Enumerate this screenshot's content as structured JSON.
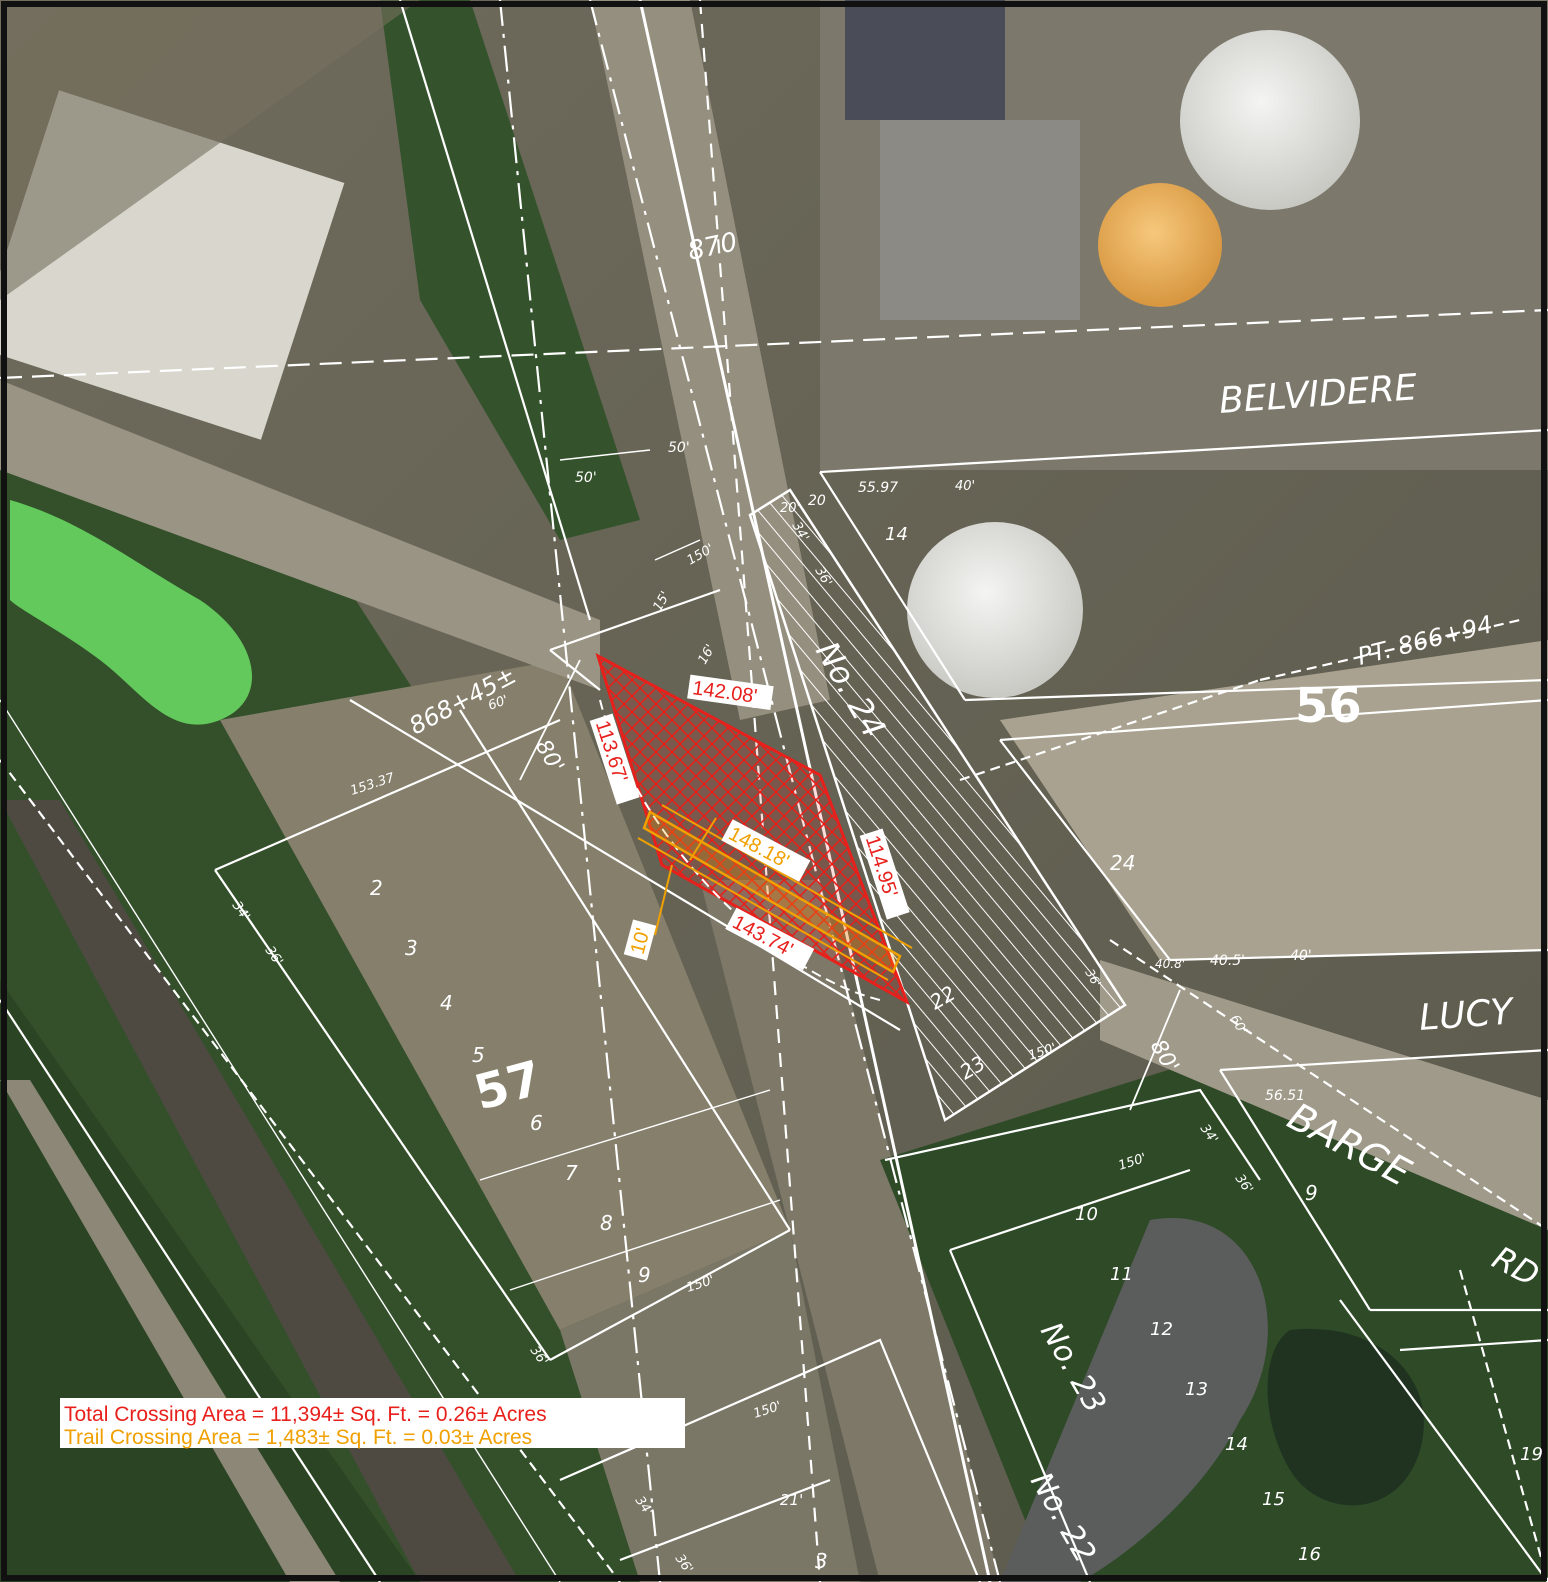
{
  "streets": {
    "belvidere": "BELVIDERE",
    "lucy": "LUCY",
    "barge": "BARGE",
    "barge_suffix": "RD"
  },
  "blocks": {
    "b56": "56",
    "b57": "57"
  },
  "stations": {
    "sta_868": "868+45±",
    "sta_870": "870",
    "pt_866": "PT. 866+94"
  },
  "tracts": {
    "no24": "No. 24",
    "no23": "No. 23",
    "no22": "No. 22"
  },
  "lots": {
    "l2": "2",
    "l3": "3",
    "l4": "4",
    "l5": "5",
    "l6": "6",
    "l7": "7",
    "l8": "8",
    "l9": "9",
    "l3b": "3",
    "l9b": "9",
    "l10": "10",
    "l11": "11",
    "l12": "12",
    "l13": "13",
    "l14": "14",
    "l15": "15",
    "l16": "16",
    "l14top": "14",
    "l24": "24",
    "l22": "22",
    "l23": "23",
    "l20": "20",
    "l19": "19"
  },
  "plat_dims": {
    "d50a": "50'",
    "d50b": "50'",
    "d150a": "150'",
    "d15": "15'",
    "d16": "16'",
    "d60a": "60'",
    "d80a": "80'",
    "d15337": "153.37",
    "d34a": "34'",
    "d36a": "36'",
    "d5597": "55.97",
    "d40a": "40'",
    "d20": "20'",
    "d34b": "34'",
    "d36b": "36'",
    "d408": "40.8'",
    "d405": "40.5'",
    "d40b": "40'",
    "d60b": "60'",
    "d80b": "80'",
    "d5651": "56.51",
    "d34c": "34'",
    "d36c": "36'",
    "d150b": "150'",
    "d150c": "150'",
    "d150d": "150'",
    "d150e": "150'",
    "d36d": "36'",
    "d34d": "34'",
    "d36e": "36'",
    "d21": "21'",
    "d36f": "36'"
  },
  "crossing_dims": {
    "side_top": "142.08'",
    "side_left": "113.67'",
    "side_right": "114.95'",
    "side_bottom": "143.74'",
    "trail_length": "148.18'",
    "trail_width": "10'"
  },
  "legend": {
    "total": "Total Crossing Area = 11,394± Sq. Ft. = 0.26± Acres",
    "trail": "Trail Crossing Area = 1,483± Sq. Ft. = 0.03± Acres"
  },
  "colors": {
    "crossing": "#e8201c",
    "trail": "#f0a000",
    "plat_lines": "#ffffff",
    "vegetation": "#2f4a22",
    "ground": "#8a8470"
  }
}
